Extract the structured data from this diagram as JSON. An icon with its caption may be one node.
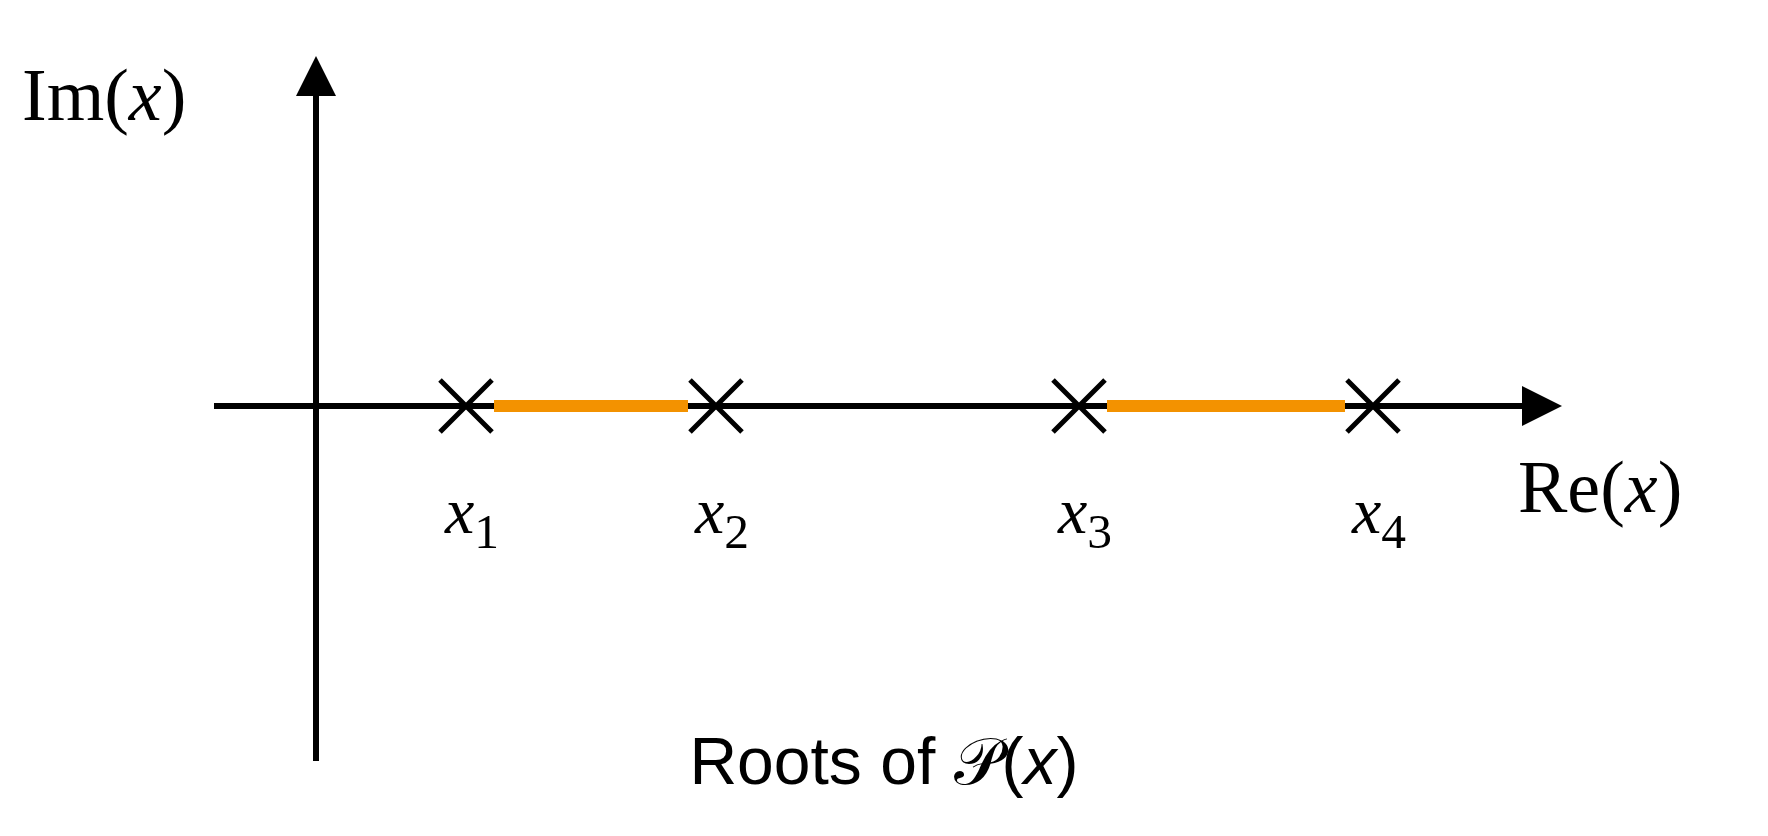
{
  "diagram": {
    "caption": "Roots of 𝒫(*x*)",
    "nodes": [
      {
        "text": [],
        "shape": "cross",
        "beside": [
          "*x*$_{1}$"
        ]
      },
      {
        "text": [],
        "shape": "cross",
        "beside": [
          "*x*$_{2}$"
        ]
      },
      {
        "text": [],
        "shape": "cross",
        "beside": [
          "*x*$_{3}$"
        ]
      },
      {
        "text": [],
        "shape": "cross",
        "beside": [
          "*x*$_{4}$"
        ]
      }
    ],
    "edges": [
      {
        "from": 0,
        "to": 1,
        "arrow": "none",
        "color": "#f39200"
      },
      {
        "from": 2,
        "to": 3,
        "arrow": "none",
        "color": "#f39200"
      }
    ],
    "labels": [
      "Im(*x*)",
      "Re(*x*)"
    ]
  }
}
